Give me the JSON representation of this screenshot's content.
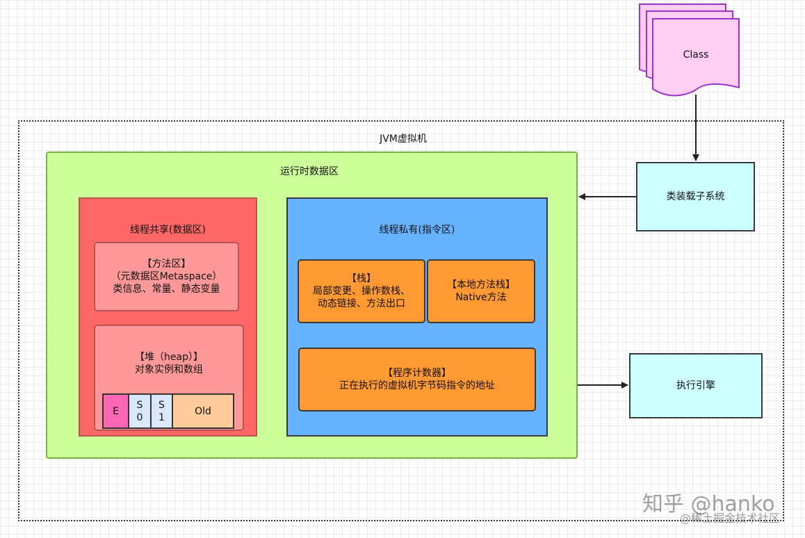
{
  "diagram": {
    "class_label": "Class",
    "jvm_title": "JVM虚拟机",
    "runtime_title": "运行时数据区",
    "shared": {
      "title": "线程共享(数据区)",
      "method_area": {
        "line1": "【方法区】",
        "line2": "（元数据区Metaspace）",
        "line3": "类信息、常量、静态变量"
      },
      "heap": {
        "line1": "【堆（heap）】",
        "line2": "对象实例和数组",
        "generations": {
          "eden": "E",
          "s0": [
            "S",
            "0"
          ],
          "s1": [
            "S",
            "1"
          ],
          "old": "Old"
        }
      }
    },
    "private": {
      "title": "线程私有(指令区)",
      "stack": {
        "line1": "【栈】",
        "line2": "局部变更、操作数栈、",
        "line3": "动态链接、方法出口"
      },
      "native_stack": {
        "line1": "【本地方法栈】",
        "line2": "Native方法"
      },
      "pc": {
        "line1": "【程序计数器】",
        "line2": "正在执行的虚拟机字节码指令的地址"
      }
    },
    "class_loader": "类装载子系统",
    "execution_engine": "执行引擎"
  },
  "watermark": {
    "main": "知乎 @hanko",
    "sub": "@稀土掘金技术社区"
  },
  "colors": {
    "runtime_fill": "#ccff99",
    "shared_fill": "#ff6666",
    "method_fill": "#ff9999",
    "private_fill": "#66b2ff",
    "orange_fill": "#ff9933",
    "cyan_fill": "#ccffff",
    "class_fill": "#ffccf2",
    "class_stroke": "#9933cc",
    "eden_fill": "#ff66b3",
    "survivor_fill": "#dae8fc",
    "old_fill": "#ffcc99"
  }
}
